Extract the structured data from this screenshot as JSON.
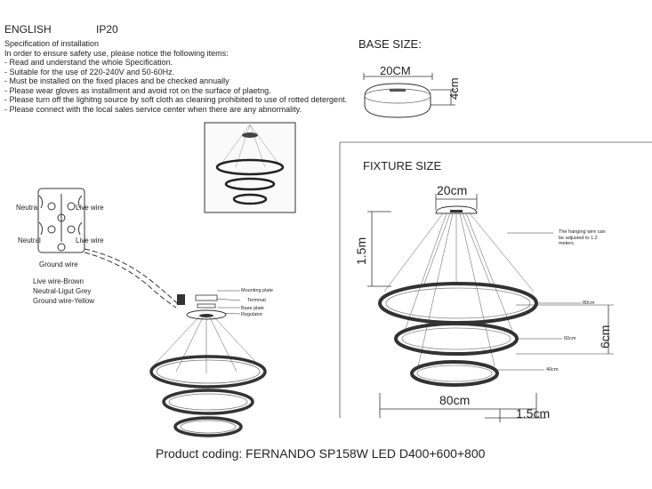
{
  "header": {
    "language": "ENGLISH",
    "ip_rating": "IP20"
  },
  "spec": {
    "title": "Specification of installation",
    "intro": "In order to ensure safety use, please notice the following items:",
    "items": [
      "- Read and understand the whole Specification.",
      "- Suitable for the use of 220-240V and 50-60Hz.",
      "- Must be installed on the fixed places and be checked annually",
      "- Please wear gloves as installment and avoid rot on the surface of plaetng.",
      "- Please turn off the lighitng source by soft cloth as cleaning prohibited to use of rotted detergent.",
      "- Please connect with the local sales service center when there are any abnormality."
    ]
  },
  "base": {
    "title": "BASE SIZE:",
    "width": "20CM",
    "height": "4cm"
  },
  "fixture": {
    "title": "FIXTURE SIZE",
    "top_width": "20cm",
    "cable_height": "1.5m",
    "hanging_note_1": "The hanging wire can",
    "hanging_note_2": "be adjusted to 1.2",
    "hanging_note_3": "meters.",
    "ring_large": "80cm",
    "ring_mid": "60cm",
    "ring_small": "40cm",
    "side_height": "6cm",
    "bottom_width": "80cm",
    "ring_thickness": "1.5cm"
  },
  "wiring": {
    "neutral_top": "Neutral",
    "live_top": "Live wire",
    "neutral_bottom": "Neutral",
    "live_bottom": "Live wire",
    "ground": "Ground wire",
    "legend": [
      "Live wire-Brown",
      "Neutral-Ligut Grey",
      "Ground wire-Yellow"
    ]
  },
  "parts": {
    "mounting": "Mounting plate",
    "terminal": "Terminal",
    "base_plate": "Base plate",
    "regulator": "Regulator"
  },
  "product": {
    "coding": "Product coding: FERNANDO SP158W LED D400+600+800"
  }
}
